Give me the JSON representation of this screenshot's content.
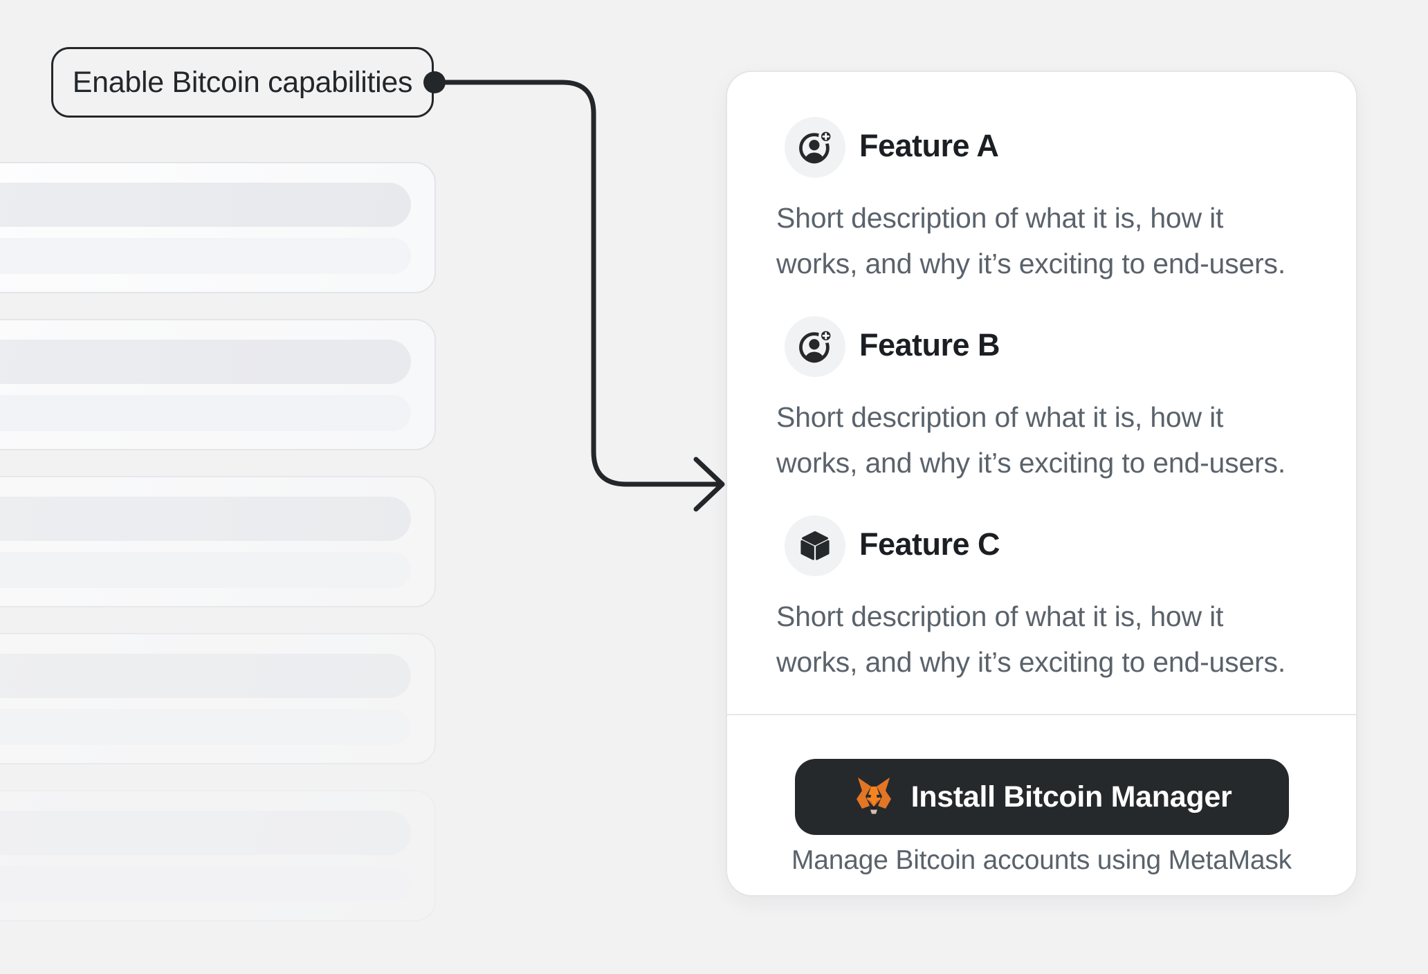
{
  "callout": {
    "label": "Enable Bitcoin capabilities"
  },
  "panel": {
    "features": [
      {
        "title": "Feature A",
        "icon": "user-add-icon",
        "description_lines": [
          "Short description of what it is, how it",
          "works, and why it’s exciting to end-users."
        ]
      },
      {
        "title": "Feature B",
        "icon": "user-add-icon",
        "description_lines": [
          "Short description of what it is, how it",
          "works, and why it’s exciting to end-users."
        ]
      },
      {
        "title": "Feature C",
        "icon": "cube-icon",
        "description_lines": [
          "Short description of what it is, how it",
          "works, and why it’s exciting to end-users."
        ]
      }
    ],
    "install_button": {
      "label": "Install Bitcoin Manager",
      "icon": "metamask-fox-icon"
    },
    "caption": "Manage Bitcoin accounts using MetaMask"
  },
  "skeleton": {
    "card_count": 5
  },
  "colors": {
    "page_bg": "#f2f2f3",
    "accent_dark": "#24272a",
    "panel_bg": "#ffffff",
    "panel_border": "#e4e5e8",
    "icon_circle_bg": "#f1f2f4",
    "title_text": "#1b1e22",
    "body_text": "#5a626b",
    "button_bg": "#26292c",
    "button_text": "#ffffff",
    "skeleton_bar_primary": "#e8eaee",
    "skeleton_bar_secondary": "#f3f4f7",
    "fox_orange": "#e27625",
    "fox_orange_light": "#f5841f",
    "fox_brown": "#763d16",
    "fox_muzzle": "#d5bfb2"
  }
}
